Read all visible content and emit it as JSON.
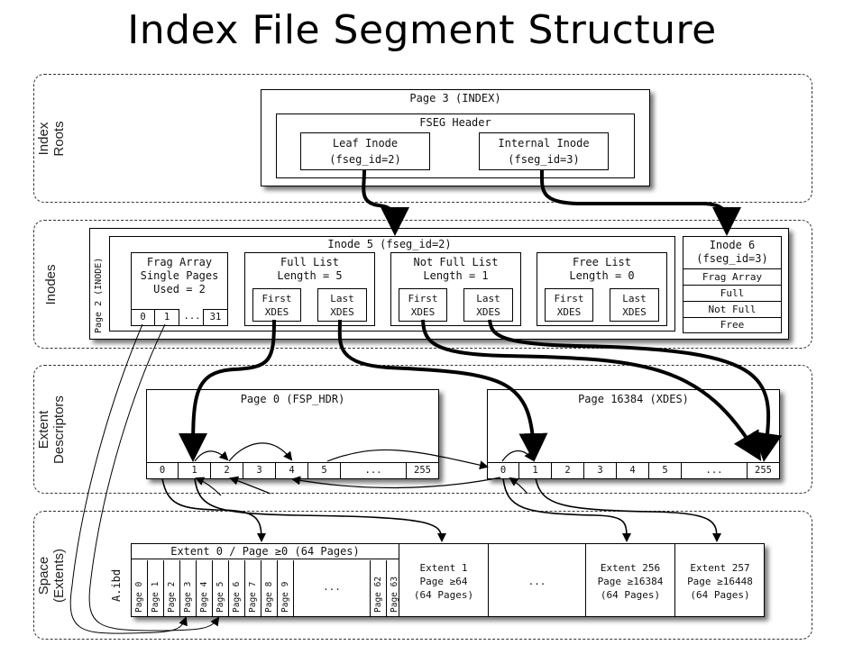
{
  "title": "Index File Segment Structure",
  "sections": {
    "index_roots": "Index\nRoots",
    "inodes": "Inodes",
    "extent_descriptors": "Extent\nDescriptors",
    "space": "Space\n(Extents)"
  },
  "index_page": {
    "title": "Page 3 (INDEX)",
    "fseg_header": "FSEG Header",
    "leaf_inode": [
      "Leaf Inode",
      "(fseg_id=2)"
    ],
    "internal_inode": [
      "Internal Inode",
      "(fseg_id=3)"
    ]
  },
  "inode_page": {
    "side_label": "Page 2 (INODE)",
    "inode5": {
      "title": "Inode 5 (fseg_id=2)",
      "frag_array": [
        "Frag Array",
        "Single Pages",
        "Used = 2"
      ],
      "frag_slots": [
        "0",
        "1",
        "...",
        "31"
      ],
      "lists": [
        {
          "name": "Full List",
          "length": "Length = 5",
          "first": [
            "First",
            "XDES"
          ],
          "last": [
            "Last",
            "XDES"
          ]
        },
        {
          "name": "Not Full List",
          "length": "Length = 1",
          "first": [
            "First",
            "XDES"
          ],
          "last": [
            "Last",
            "XDES"
          ]
        },
        {
          "name": "Free List",
          "length": "Length = 0",
          "first": [
            "First",
            "XDES"
          ],
          "last": [
            "Last",
            "XDES"
          ]
        }
      ]
    },
    "inode6": {
      "title": [
        "Inode 6",
        "(fseg_id=3)"
      ],
      "rows": [
        "Frag Array",
        "Full",
        "Not Full",
        "Free"
      ]
    }
  },
  "xdes_pages": [
    {
      "title": "Page 0 (FSP_HDR)",
      "cells": [
        "0",
        "1",
        "2",
        "3",
        "4",
        "5",
        "...",
        "255"
      ]
    },
    {
      "title": "Page 16384 (XDES)",
      "cells": [
        "0",
        "1",
        "2",
        "3",
        "4",
        "5",
        "...",
        "255"
      ]
    }
  ],
  "space": {
    "file_label": "A.ibd",
    "extent0_title": "Extent 0 / Page ≥0 (64 Pages)",
    "extent0_pages": [
      "Page 0",
      "Page 1",
      "Page 2",
      "Page 3",
      "Page 4",
      "Page 5",
      "Page 6",
      "Page 7",
      "Page 8",
      "Page 9",
      "...",
      "Page 62",
      "Page 63"
    ],
    "extents": [
      [
        "Extent 1",
        "Page ≥64",
        "(64 Pages)"
      ],
      [
        "..."
      ],
      [
        "Extent 256",
        "Page ≥16384",
        "(64 Pages)"
      ],
      [
        "Extent 257",
        "Page ≥16448",
        "(64 Pages)"
      ]
    ]
  }
}
